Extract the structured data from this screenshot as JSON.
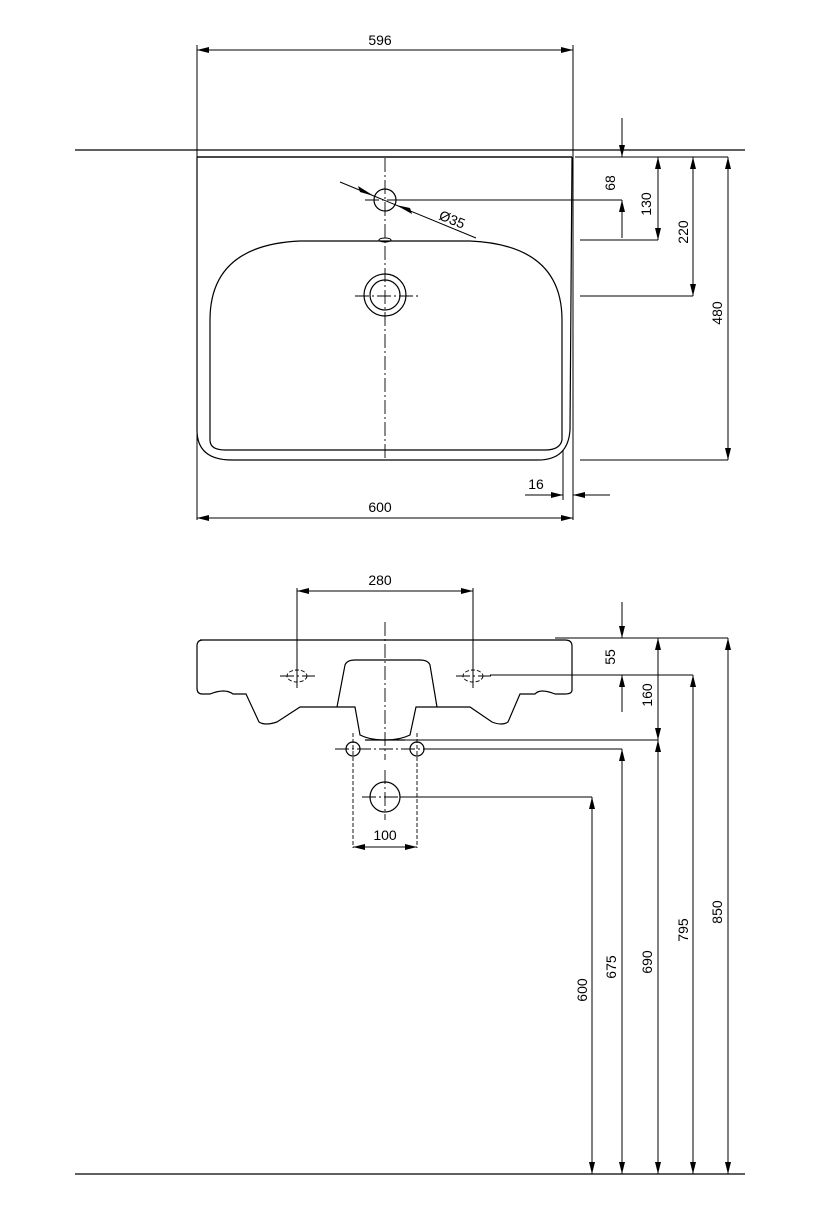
{
  "drawing": {
    "top_view": {
      "dims": {
        "width_top": "596",
        "width_bottom": "600",
        "wall_thickness": "16",
        "tap_hole_diameter": "Ø35",
        "tap_hole_offset": "68",
        "bowl_edge_offset": "130",
        "drain_offset": "220",
        "depth": "480"
      }
    },
    "side_view": {
      "dims": {
        "fixing_holes_spacing": "280",
        "fixing_holes_height": "55",
        "outlet_drop": "160",
        "supply_spacing": "100",
        "waste_height": "600",
        "supply_height": "675",
        "trap_height": "690",
        "fixing_height": "795",
        "rim_height": "850"
      }
    }
  },
  "colors": {
    "line": "#000000",
    "background": "#ffffff"
  }
}
